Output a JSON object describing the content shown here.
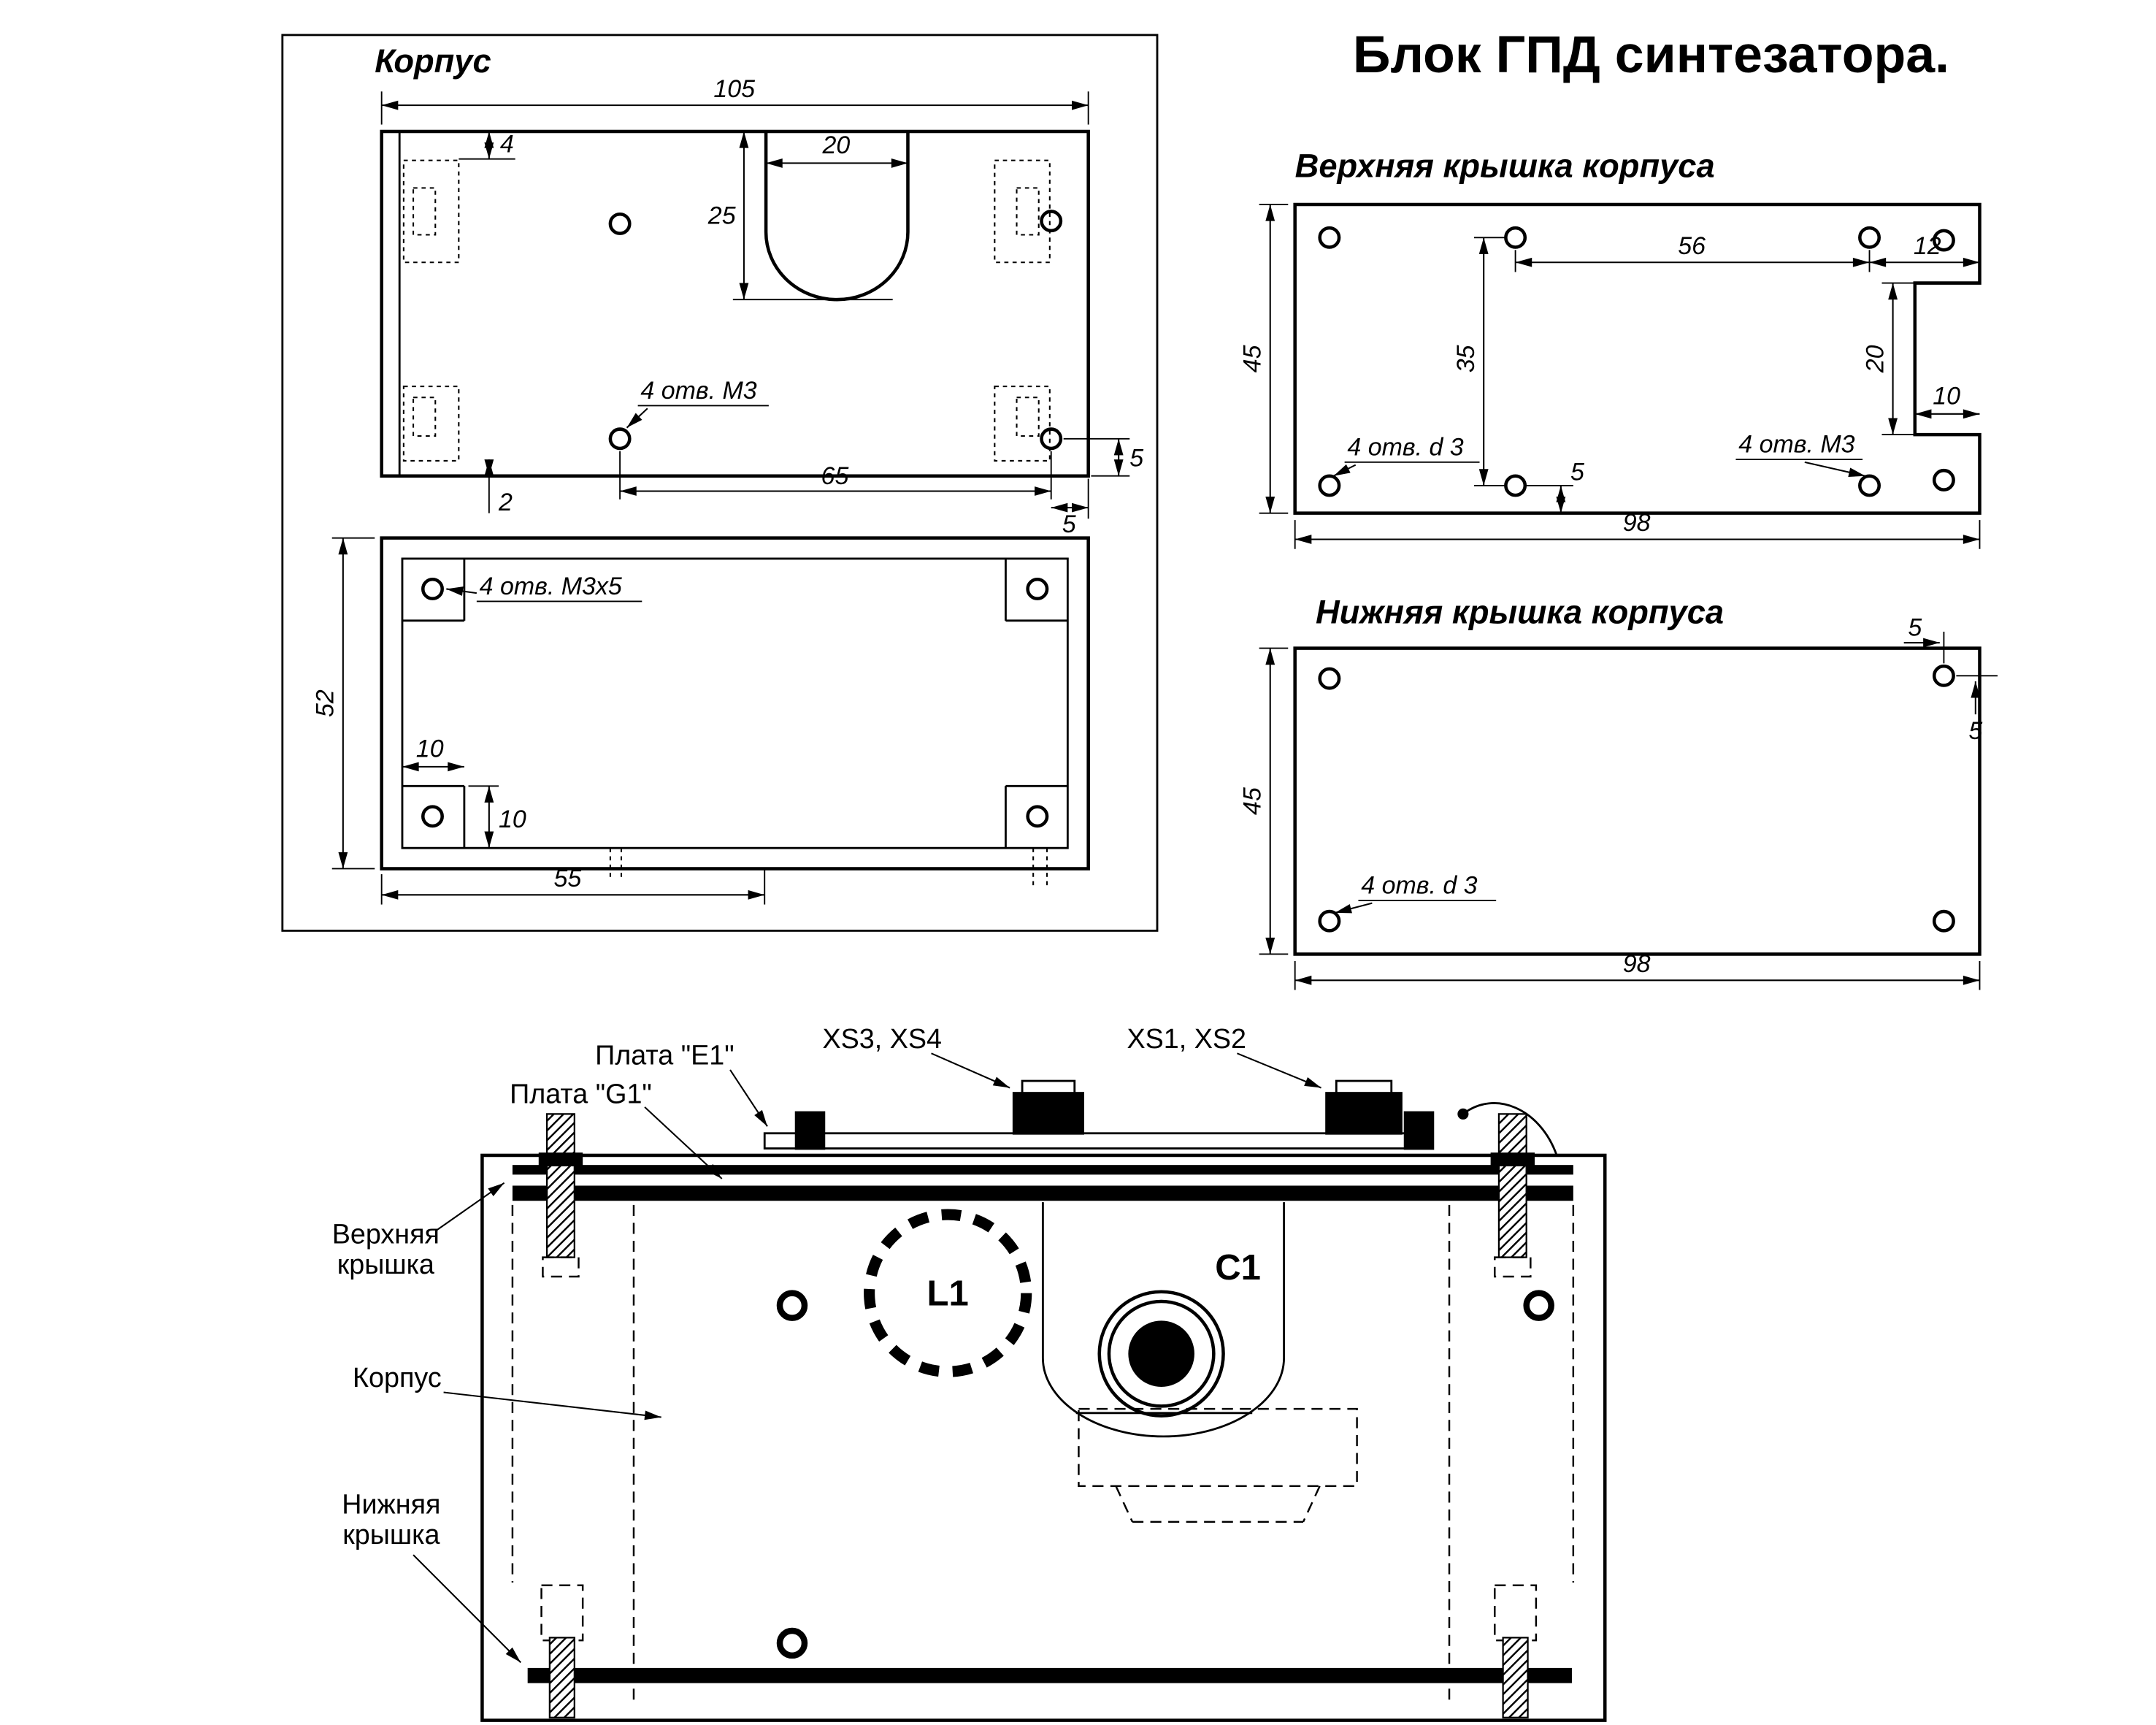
{
  "title": "Блок ГПД синтезатора.",
  "case_panel": {
    "title": "Корпус",
    "top_view": {
      "dim_105": "105",
      "dim_4": "4",
      "dim_20": "20",
      "dim_25": "25",
      "holes_label": "4 отв. М3",
      "dim_2": "2",
      "dim_65": "65",
      "dim_5_right": "5",
      "dim_5_bottom": "5"
    },
    "inside_view": {
      "dim_52": "52",
      "dim_10_h": "10",
      "dim_10_v": "10",
      "dim_55": "55",
      "holes_label": "4 отв. М3х5"
    }
  },
  "top_cover": {
    "title": "Верхняя крышка корпуса",
    "dim_45": "45",
    "dim_56": "56",
    "dim_12": "12",
    "dim_35": "35",
    "dim_20": "20",
    "dim_10": "10",
    "dim_5": "5",
    "dim_98": "98",
    "d3_label": "4 отв. d 3",
    "m3_label": "4 отв. М3"
  },
  "bottom_cover": {
    "title": "Нижняя крышка корпуса",
    "dim_45": "45",
    "dim_5_h": "5",
    "dim_5_v": "5",
    "dim_98": "98",
    "d3_label": "4 отв. d 3"
  },
  "assembly": {
    "board_e1": "Плата \"E1\"",
    "board_g1": "Плата \"G1\"",
    "xs34": "XS3, XS4",
    "xs12": "XS1, XS2",
    "top_cover_l1": "Верхняя",
    "top_cover_l2": "крышка",
    "case_label": "Корпус",
    "bottom_cover_l1": "Нижняя",
    "bottom_cover_l2": "крышка",
    "l1": "L1",
    "c1": "C1"
  }
}
